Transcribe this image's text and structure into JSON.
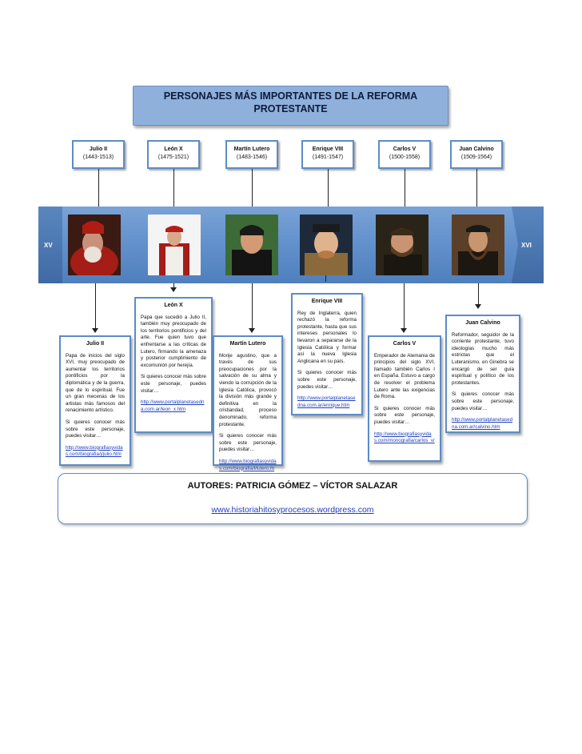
{
  "title": {
    "line1": "PERSONAJES MÁS IMPORTANTES DE LA REFORMA",
    "line2": "PROTESTANTE"
  },
  "timeline": {
    "start_label": "XV",
    "end_label": "XVI"
  },
  "figures": [
    {
      "name": "Julio II",
      "dates": "(1443-1513)"
    },
    {
      "name": "León X",
      "dates": "(1475-1521)"
    },
    {
      "name": "Martín Lutero",
      "dates": "(1483-1546)"
    },
    {
      "name": "Enrique VIII",
      "dates": "(1491-1547)"
    },
    {
      "name": "Carlos V",
      "dates": "(1500-1558)"
    },
    {
      "name": "Juan Calvino",
      "dates": "(1509-1564)"
    }
  ],
  "info": {
    "julio": {
      "title": "Julio II",
      "text": "Papa de inicios del siglo XVI, muy preocupado de aumentar los territorios pontificios por la diplomática y de la guerra, que de lo espiritual. Fue un gran mecenas de los artistas más famosos del renacimiento artístico.",
      "cta": "Si quieres conocer más sobre este personaje, puedes visitar…",
      "link": "http://www.biografiasyvidas.com/biografia/j/julio.htm"
    },
    "leon": {
      "title": "León X",
      "text": "Papa que sucedió a Julio II, también muy preocupado de los territorios pontificios y del arte. Fue quien tuvo que enfrentarse a las críticas de Lutero, firmando la amenaza y posterior cumplimiento de excomunión por herejía.",
      "cta": "Si quieres conocer más sobre este personaje, puedes visitar…",
      "link": "http://www.portalplanetasedna.com.ar/leon_x.htm"
    },
    "lutero": {
      "title": "Martín Lutero",
      "text": "Monje agustino, que a través de sus preocupaciones por la salvación de su alma y viendo la corrupción de la Iglesia Católica, provocó la división más grande y definitiva en la cristiandad, proceso denominado, reforma protestante.",
      "cta": "Si quieres conocer más sobre este personaje, puedes visitar…",
      "link": "http://www.biografiasyvidas.com/biografia/l/lutero.htm"
    },
    "enrique": {
      "title": "Enrique VIII",
      "text": "Rey de Inglaterra, quien rechazó la reforma protestante, hasta que sus intereses personales lo llevaron a separarse de la Iglesia Católica y formar así la nueva Iglesia Anglicana en su país.",
      "cta": "Si quieres conocer más sobre este personaje, puedes visitar…",
      "link": "http://www.portalplanetasedna.com.ar/enrique.htm"
    },
    "carlos": {
      "title": "Carlos V",
      "text": "Emperador de Alemania de principios del siglo XVI, llamado también Carlos I en España. Estuvo a cargo de resolver el problema Lutero ante las exigencias de Roma.",
      "cta": "Si quieres conocer más sobre este personaje, puedes visitar…",
      "link": "http://www.biografiasyvidas.com/monografia/carlos_v/"
    },
    "calvino": {
      "title": "Juan Calvino",
      "text": "Reformador, seguidor de la corriente protestante, tuvo ideologías mucho más estrictas que el Luteranismo, en Ginebra se encargó de ser guía espiritual y político de los protestantes.",
      "cta": "Si quieres conocer más sobre este personaje, puedes visitar…",
      "link": "http://www.portalplanetasedna.com.ar/calvino.htm"
    }
  },
  "footer": {
    "authors": "AUTORES: PATRICIA GÓMEZ – VÍCTOR SALAZAR",
    "url": "www.historiahitosyprocesos.wordpress.com"
  },
  "colors": {
    "accent": "#5b8cc8",
    "title_bg": "#8fb0db",
    "band": "#6392cd",
    "link": "#1f3fbf"
  }
}
